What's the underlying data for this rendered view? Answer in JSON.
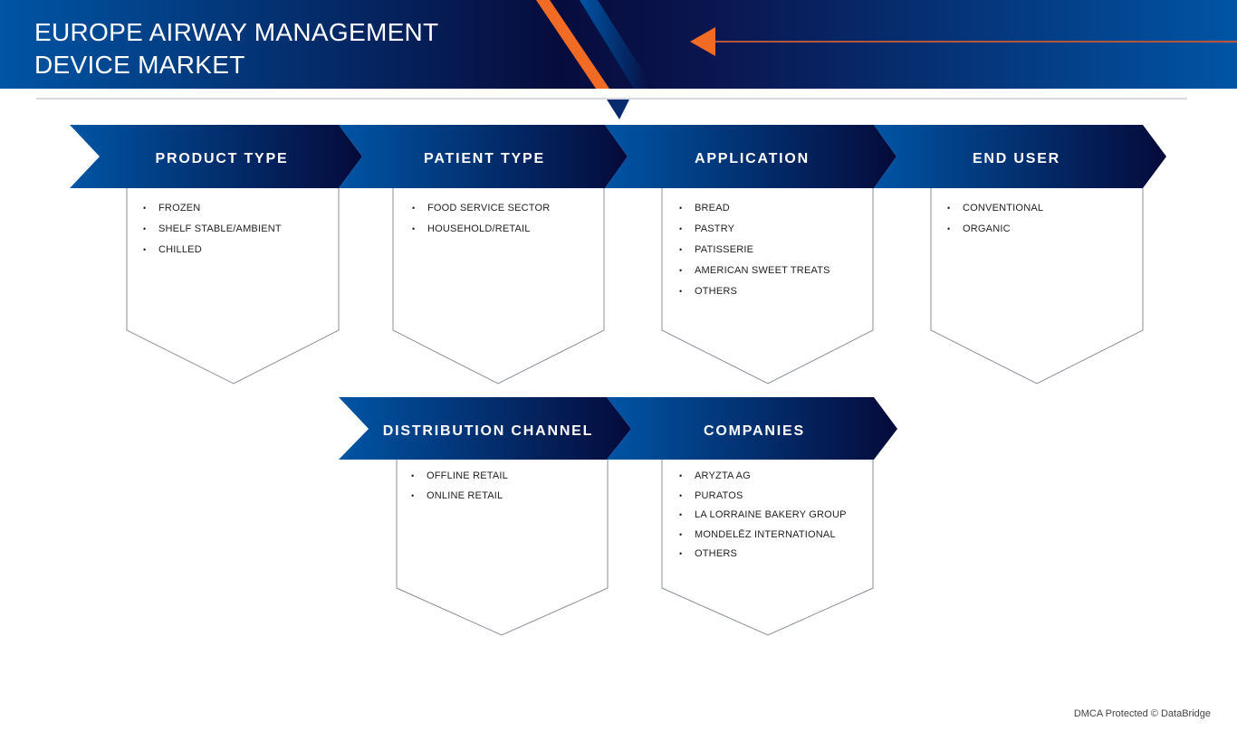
{
  "header": {
    "title_line1": "EUROPE AIRWAY MANAGEMENT",
    "title_line2": "DEVICE MARKET"
  },
  "colors": {
    "blue": "#0055a5",
    "navy": "#070c3d",
    "orange": "#f26b24",
    "line": "#c9ced6"
  },
  "segments": [
    {
      "label": "PRODUCT TYPE",
      "items": [
        "FROZEN",
        "SHELF STABLE/AMBIENT",
        "CHILLED"
      ]
    },
    {
      "label": "PATIENT TYPE",
      "items": [
        "FOOD SERVICE SECTOR",
        "HOUSEHOLD/RETAIL"
      ]
    },
    {
      "label": "APPLICATION",
      "items": [
        "BREAD",
        "PASTRY",
        "PATISSERIE",
        "AMERICAN SWEET TREATS",
        "OTHERS"
      ]
    },
    {
      "label": "END USER",
      "items": [
        "CONVENTIONAL",
        "ORGANIC"
      ]
    },
    {
      "label": "DISTRIBUTION CHANNEL",
      "items": [
        "OFFLINE RETAIL",
        "ONLINE RETAIL"
      ]
    },
    {
      "label": "COMPANIES",
      "items": [
        "ARYZTA AG",
        "PURATOS",
        "LA LORRAINE BAKERY GROUP",
        "MONDELĒZ INTERNATIONAL",
        "OTHERS"
      ]
    }
  ],
  "footer": "DMCA Protected © DataBridge"
}
